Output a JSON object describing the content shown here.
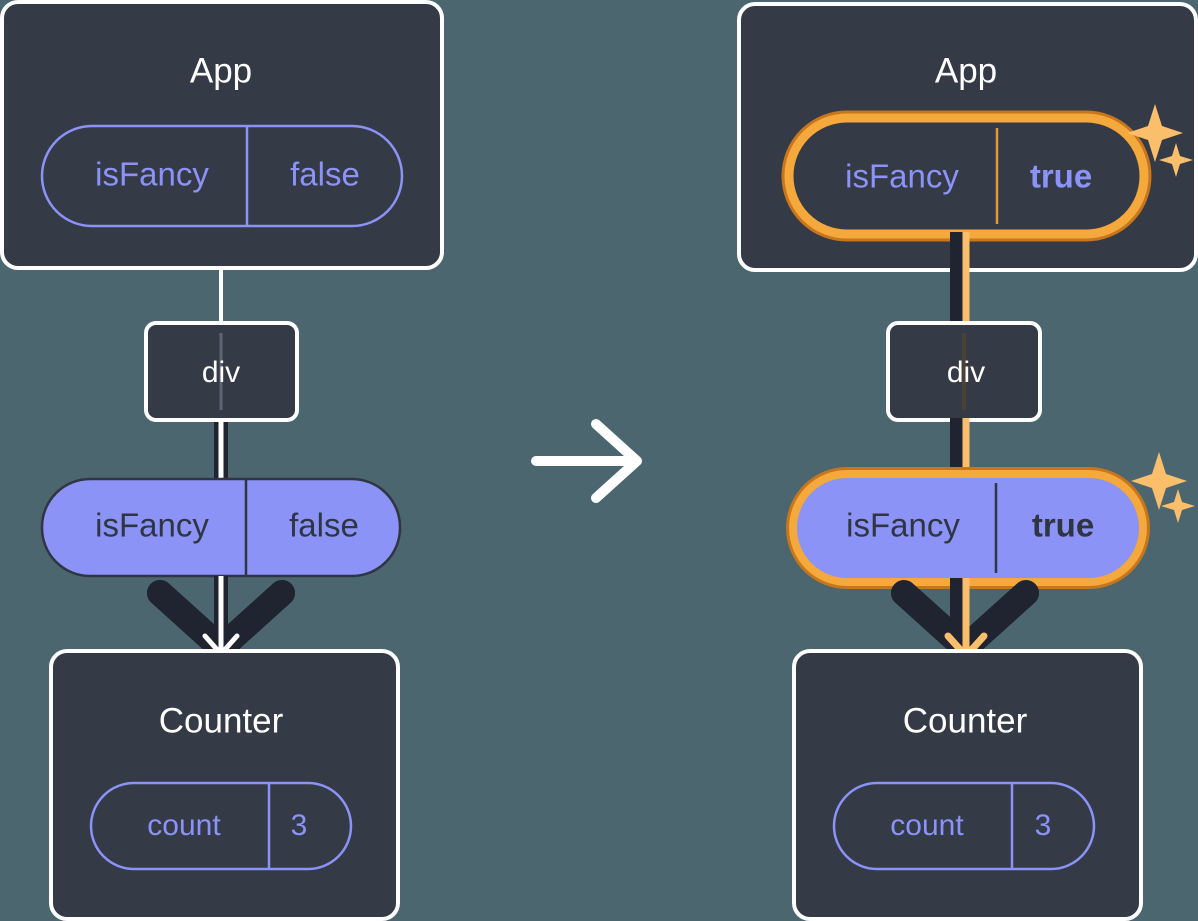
{
  "diagram": {
    "type": "react-state-propagation",
    "background_color": "#4c666f",
    "transition_arrow_icon": "arrow-right-icon",
    "panels": [
      {
        "id": "before",
        "app": {
          "title": "App",
          "state_pill": {
            "key": "isFancy",
            "value": "false",
            "style": "outline",
            "highlighted": false,
            "bold_value": false
          }
        },
        "dom_node": {
          "label": "div"
        },
        "prop_pill": {
          "key": "isFancy",
          "value": "false",
          "style": "filled",
          "highlighted": false,
          "bold_value": false
        },
        "counter": {
          "title": "Counter",
          "state_pill": {
            "key": "count",
            "value": "3",
            "style": "outline",
            "highlighted": false
          }
        },
        "connector_color": "#ffffff",
        "sparkles": false
      },
      {
        "id": "after",
        "app": {
          "title": "App",
          "state_pill": {
            "key": "isFancy",
            "value": "true",
            "style": "outline",
            "highlighted": true,
            "bold_value": true
          }
        },
        "dom_node": {
          "label": "div"
        },
        "prop_pill": {
          "key": "isFancy",
          "value": "true",
          "style": "filled",
          "highlighted": true,
          "bold_value": true
        },
        "counter": {
          "title": "Counter",
          "state_pill": {
            "key": "count",
            "value": "3",
            "style": "outline",
            "highlighted": false
          }
        },
        "connector_color": "#fbbf6b",
        "sparkles": true
      }
    ],
    "colors": {
      "background": "#4c666f",
      "box_fill": "#343a46",
      "box_stroke": "#ffffff",
      "pill_fill_purple": "#8b93f6",
      "pill_stroke_purple": "#8b93f8",
      "text_on_purple": "#2f3542",
      "highlight_outer": "#c8761b",
      "highlight_inner": "#f5a83c",
      "sparkle": "#fbbf6b",
      "edge_dark": "#1f2430",
      "edge_light": "#ffffff",
      "edge_highlight": "#fbbf6b"
    }
  }
}
